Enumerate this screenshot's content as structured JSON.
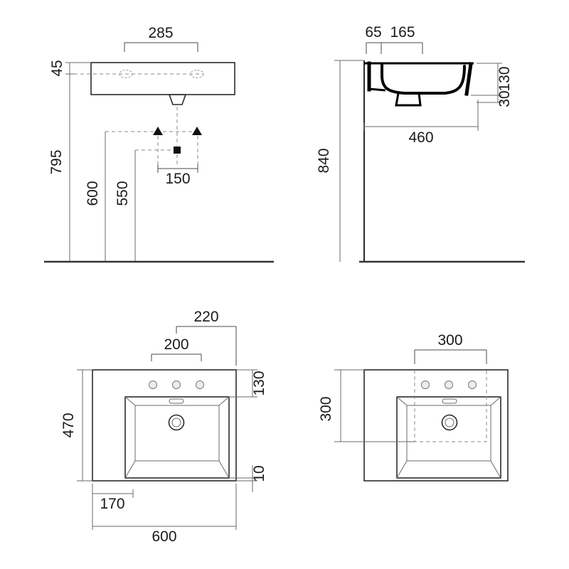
{
  "drawing": {
    "front": {
      "top_width": "285",
      "rim_to_holes": "45",
      "rim_height": "795",
      "drain_height": "600",
      "trap_height": "550",
      "fixing_span": "150"
    },
    "side": {
      "overhang": "65",
      "bowl_back": "165",
      "apron_depth": "130",
      "lip_depth": "30",
      "total_height": "840",
      "total_depth": "460"
    },
    "plan": {
      "tap_to_edge": "220",
      "tap_span": "200",
      "total_depth": "470",
      "deck_depth": "130",
      "front_lip": "10",
      "left_offset": "170",
      "total_width": "600"
    },
    "plan_alt": {
      "cutout_width": "300",
      "cutout_depth": "300"
    }
  }
}
